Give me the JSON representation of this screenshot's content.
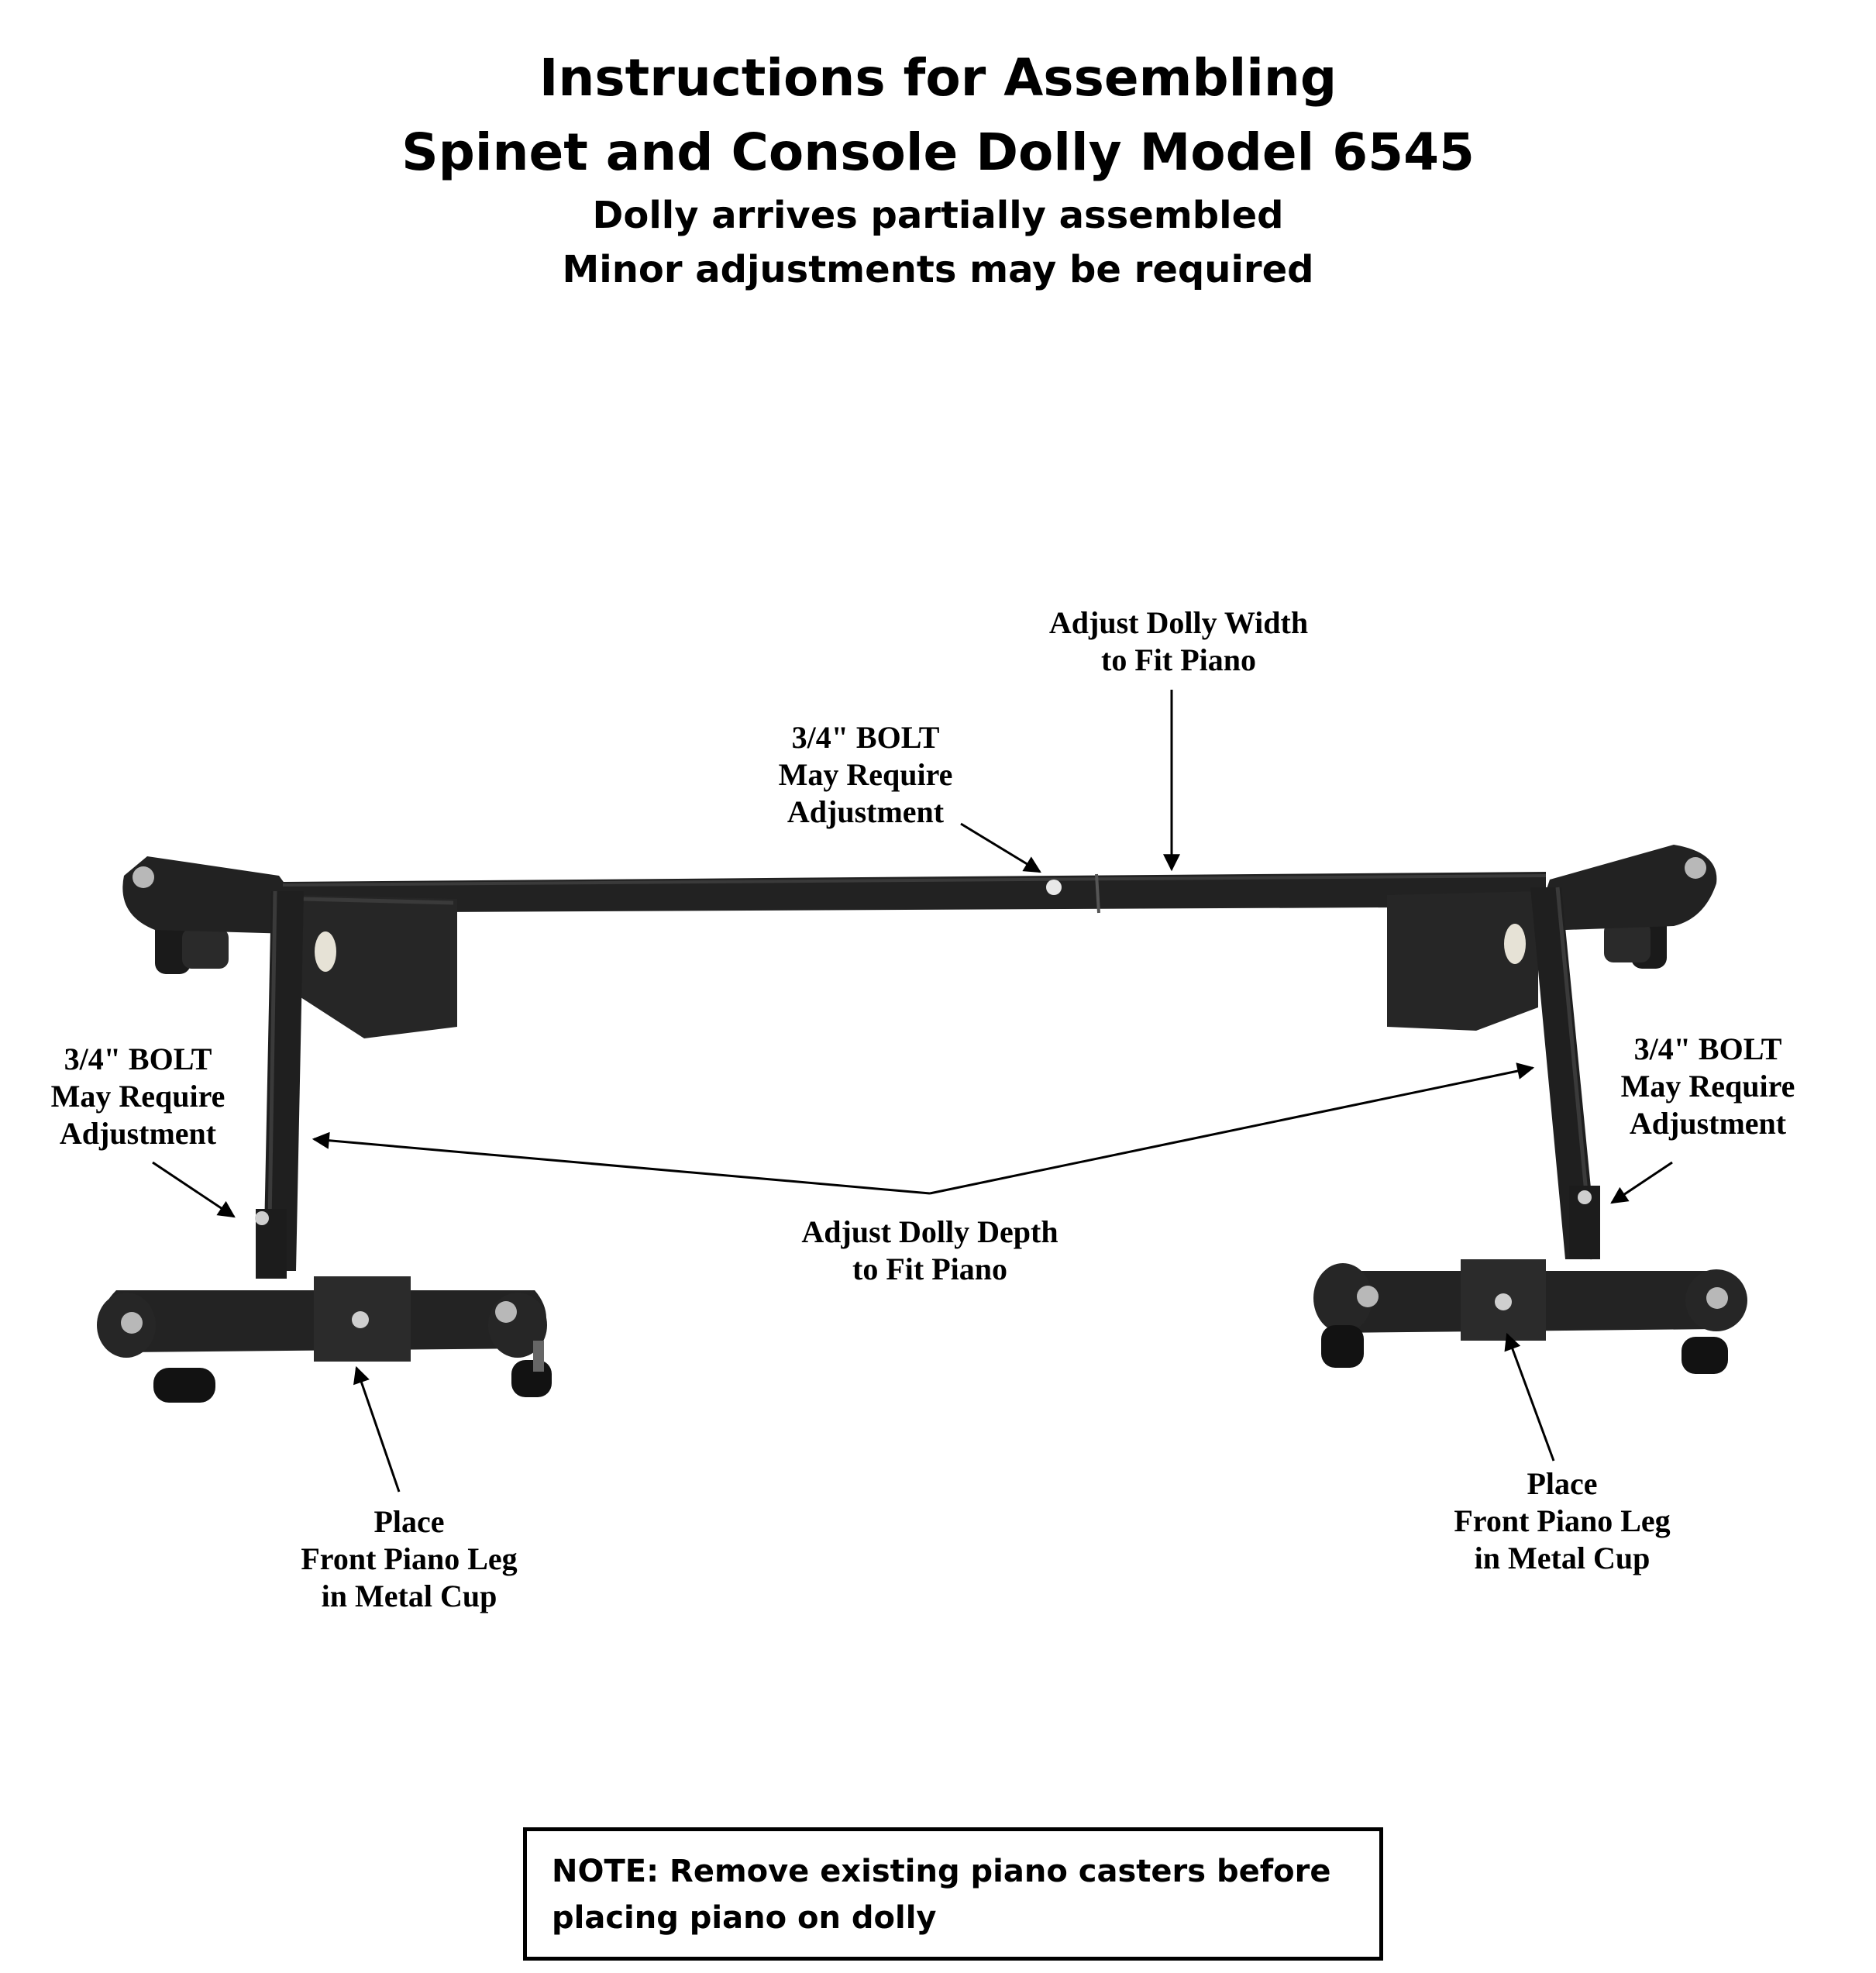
{
  "header": {
    "title_line1": "Instructions for Assembling",
    "title_line2": "Spinet and Console Dolly Model 6545",
    "subtitle_line1": "Dolly arrives partially assembled",
    "subtitle_line2": "Minor adjustments may be required"
  },
  "callouts": {
    "width": [
      "Adjust Dolly Width",
      "to Fit Piano"
    ],
    "bolt_center": [
      "3/4\" BOLT",
      "May Require",
      "Adjustment"
    ],
    "bolt_left": [
      "3/4\" BOLT",
      "May Require",
      "Adjustment"
    ],
    "bolt_right": [
      "3/4\" BOLT",
      "May Require",
      "Adjustment"
    ],
    "depth": [
      "Adjust Dolly Depth",
      "to Fit Piano"
    ],
    "cup_left": [
      "Place",
      "Front Piano Leg",
      "in Metal Cup"
    ],
    "cup_right": [
      "Place",
      "Front Piano Leg",
      "in Metal Cup"
    ]
  },
  "note": {
    "line1": "NOTE: Remove existing piano casters before",
    "line2": "placing piano on dolly"
  },
  "colors": {
    "frame": "#222222",
    "frame_highlight": "#3a3a3a",
    "nylon_roller": "#e6e2d6",
    "bolt": "#b8b8b8",
    "text": "#000000"
  }
}
